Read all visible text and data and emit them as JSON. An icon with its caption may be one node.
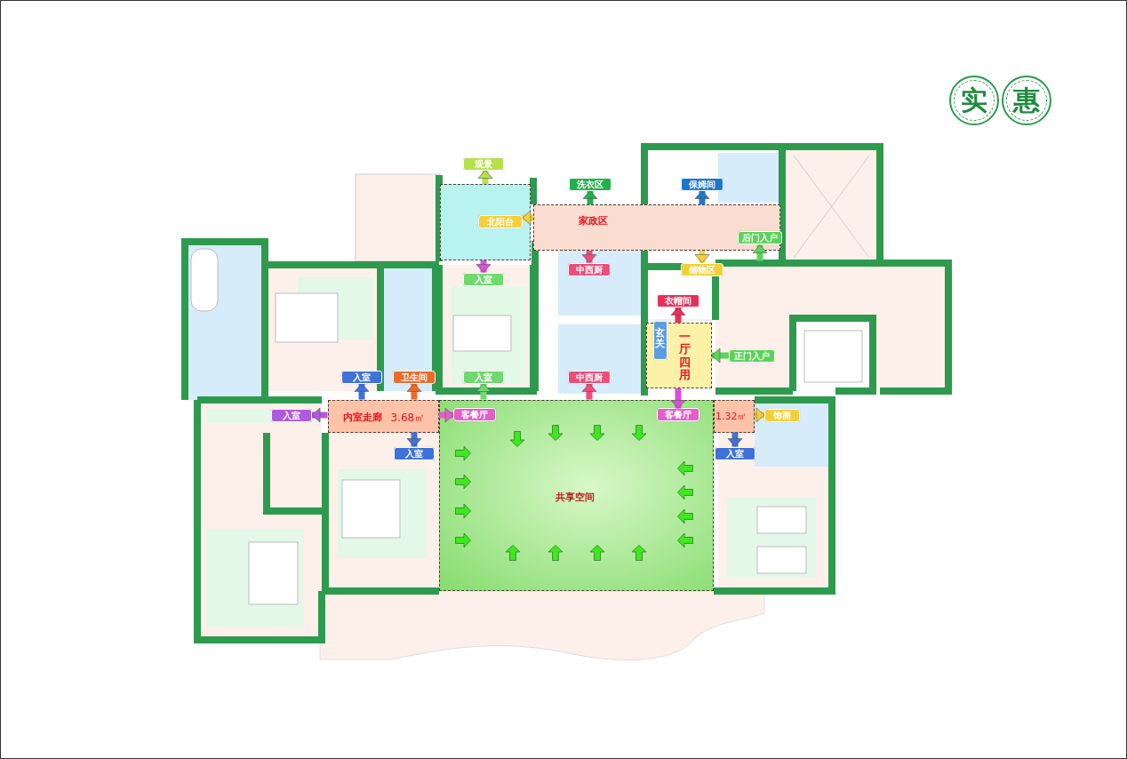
{
  "diagram": {
    "nodes": [
      {
        "text": [
          "实"
        ]
      },
      {
        "text": [
          "惠"
        ]
      },
      {
        "text": [
          "观景"
        ]
      },
      {
        "text": [],
        "shape": "box"
      },
      {
        "text": [
          "北阳台"
        ],
        "in": 3
      },
      {
        "text": [
          "洗衣区"
        ]
      },
      {
        "text": [
          "保姆间"
        ]
      },
      {
        "text": [
          "家政区"
        ]
      },
      {
        "text": [
          "中西厨"
        ]
      },
      {
        "text": [
          "储物区"
        ]
      },
      {
        "text": [
          "后门入户"
        ],
        "in": 7
      },
      {
        "text": [
          "入室"
        ]
      },
      {
        "text": [
          "衣帽间"
        ]
      },
      {
        "text": [
          "一厅四用"
        ]
      },
      {
        "text": [
          "玄关"
        ],
        "in": 13
      },
      {
        "text": [
          "正门入户"
        ]
      },
      {
        "text": [
          "入室"
        ]
      },
      {
        "text": [
          "卫生间"
        ]
      },
      {
        "text": [
          "入室"
        ]
      },
      {
        "text": [
          "中西厨"
        ]
      },
      {
        "text": [
          "入室"
        ]
      },
      {
        "text": [
          "内室走廊",
          "3.68㎡"
        ]
      },
      {
        "text": [
          "客餐厅"
        ],
        "in": 28
      },
      {
        "text": [
          "客餐厅"
        ],
        "in": 28
      },
      {
        "text": [
          "1.32㎡"
        ]
      },
      {
        "text": [
          "饰画"
        ]
      },
      {
        "text": [
          "入室"
        ]
      },
      {
        "text": [
          "入室"
        ]
      },
      {
        "text": [
          "共享空间"
        ]
      }
    ],
    "edges": [
      {
        "from": 3,
        "to": 2,
        "arrow": "to",
        "color": "#b5e04a"
      },
      {
        "from": 7,
        "to": 4,
        "arrow": "to",
        "color": "#f7cf3a"
      },
      {
        "from": 7,
        "to": 5,
        "arrow": "to",
        "color": "#22b04e"
      },
      {
        "from": 7,
        "to": 6,
        "arrow": "to",
        "color": "#1b78d0"
      },
      {
        "from": 7,
        "to": 8,
        "arrow": "to",
        "color": "#ee4d7a"
      },
      {
        "from": 7,
        "to": 9,
        "arrow": "to",
        "color": "#f5cf3a"
      },
      {
        "from": 7,
        "to": 10,
        "arrow": "to",
        "color": "#5ad35a"
      },
      {
        "from": 3,
        "to": 11,
        "arrow": "to",
        "color": "#d94fd6"
      },
      {
        "from": 13,
        "to": 12,
        "arrow": "to",
        "color": "#e8305a"
      },
      {
        "from": 15,
        "to": 13,
        "arrow": "to",
        "color": "#5ad35a"
      },
      {
        "from": 13,
        "to": 23,
        "arrow": "to",
        "color": "#d94fd6"
      },
      {
        "from": 21,
        "to": 16,
        "arrow": "to",
        "color": "#3f72d8"
      },
      {
        "from": 21,
        "to": 17,
        "arrow": "to",
        "color": "#ef6a2a"
      },
      {
        "from": 21,
        "to": 20,
        "arrow": "to",
        "color": "#b05ae0"
      },
      {
        "from": 21,
        "to": 22,
        "arrow": "to",
        "color": "#e45ec8"
      },
      {
        "from": 21,
        "to": 26,
        "arrow": "to",
        "color": "#3f72d8"
      },
      {
        "from": 28,
        "to": 18,
        "arrow": "to",
        "color": "#6fd86f"
      },
      {
        "from": 28,
        "to": 19,
        "arrow": "to",
        "color": "#ee4d7a"
      },
      {
        "from": 24,
        "to": 25,
        "arrow": "to",
        "color": "#f5cf3a"
      },
      {
        "from": 24,
        "to": 27,
        "arrow": "to",
        "color": "#3f72d8"
      }
    ]
  }
}
